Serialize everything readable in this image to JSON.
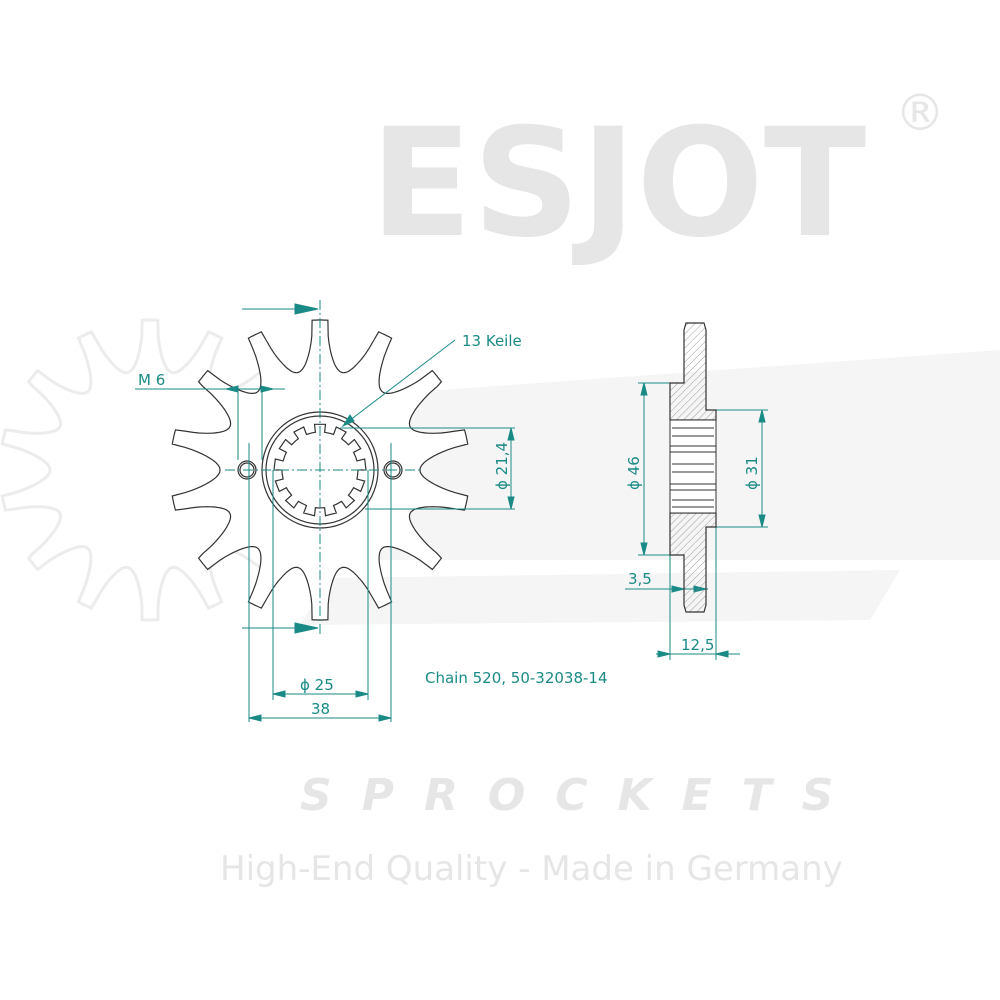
{
  "drawing": {
    "teeth_count": 14,
    "spline_count": 13,
    "labels": {
      "keile": "13 Keile",
      "thread": "M 6",
      "spline_dia": "ϕ 21,4",
      "bore_dia": "ϕ 25",
      "bolt_spacing": "38",
      "hub_dia": "ϕ 46",
      "hub_inner_dia": "ϕ 31",
      "plate_thickness": "3,5",
      "hub_width": "12,5",
      "caption": "Chain 520, 50-32038-14"
    },
    "watermark": {
      "brand": "ESJOT",
      "registered": "®",
      "sub": "SPROCKETS",
      "tagline": "High-End Quality - Made in Germany"
    },
    "colors": {
      "dimension": "#1a8a86",
      "outline": "#333333",
      "watermark": "#ececec"
    }
  }
}
